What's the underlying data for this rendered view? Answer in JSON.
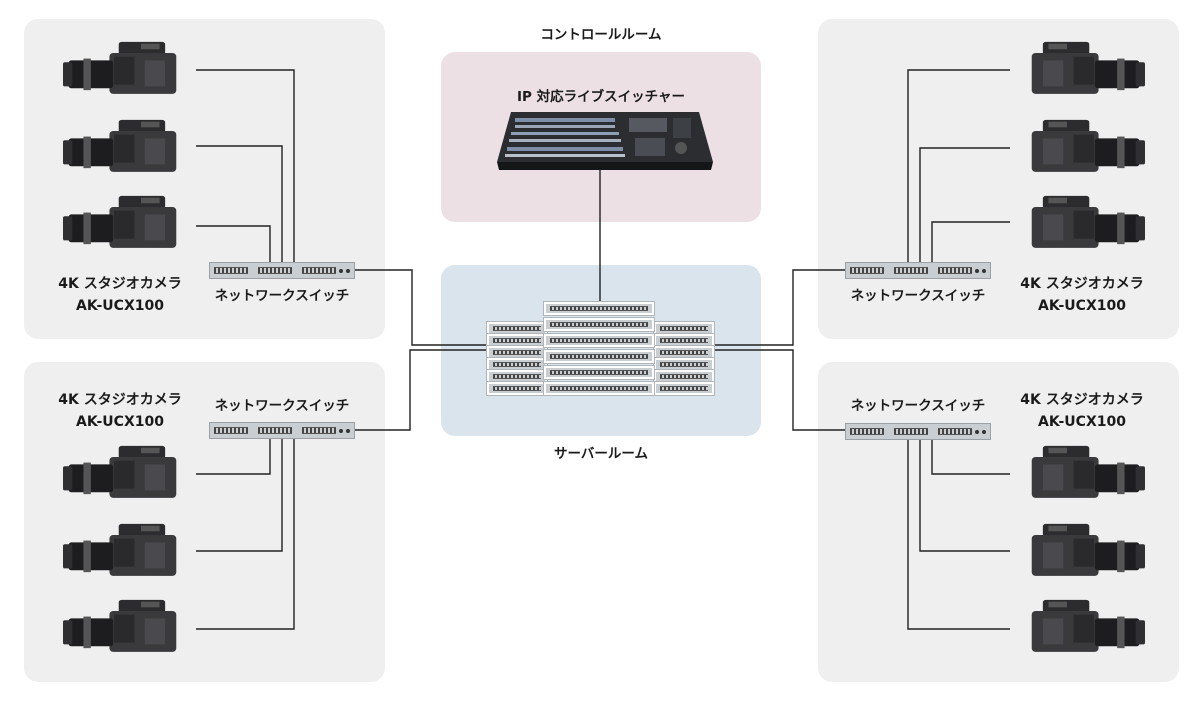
{
  "control_room": {
    "title": "コントロールルーム",
    "device_label": "IP 対応ライブスイッチャー"
  },
  "server_room": {
    "title": "サーバールーム"
  },
  "groups": [
    {
      "id": "top-left",
      "camera_line1": "4K スタジオカメラ",
      "camera_line2": "AK-UCX100",
      "switch_label": "ネットワークスイッチ"
    },
    {
      "id": "bottom-left",
      "camera_line1": "4K スタジオカメラ",
      "camera_line2": "AK-UCX100",
      "switch_label": "ネットワークスイッチ"
    },
    {
      "id": "top-right",
      "camera_line1": "4K スタジオカメラ",
      "camera_line2": "AK-UCX100",
      "switch_label": "ネットワークスイッチ"
    },
    {
      "id": "bottom-right",
      "camera_line1": "4K スタジオカメラ",
      "camera_line2": "AK-UCX100",
      "switch_label": "ネットワークスイッチ"
    }
  ],
  "colors": {
    "panel_gray": "#efefef",
    "panel_pink": "#ece0e5",
    "panel_blue": "#dae4ec",
    "wire": "#222222"
  }
}
